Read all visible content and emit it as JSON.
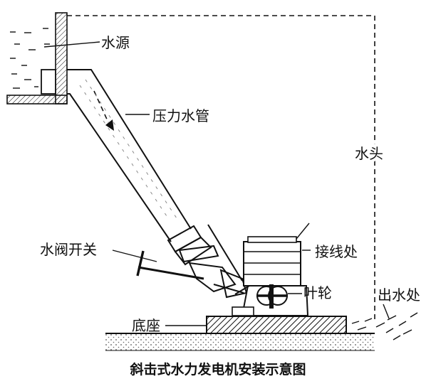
{
  "labels": {
    "water_source": "水源",
    "penstock": "压力水管",
    "water_head": "水头",
    "valve_switch": "水阀开关",
    "wiring_point": "接线处",
    "impeller": "叶轮",
    "water_outlet": "出水处",
    "base": "底座"
  },
  "caption": "斜击式水力发电机安装示意图",
  "colors": {
    "ink": "#111111",
    "background": "#ffffff",
    "ground_dots": "#555555"
  }
}
